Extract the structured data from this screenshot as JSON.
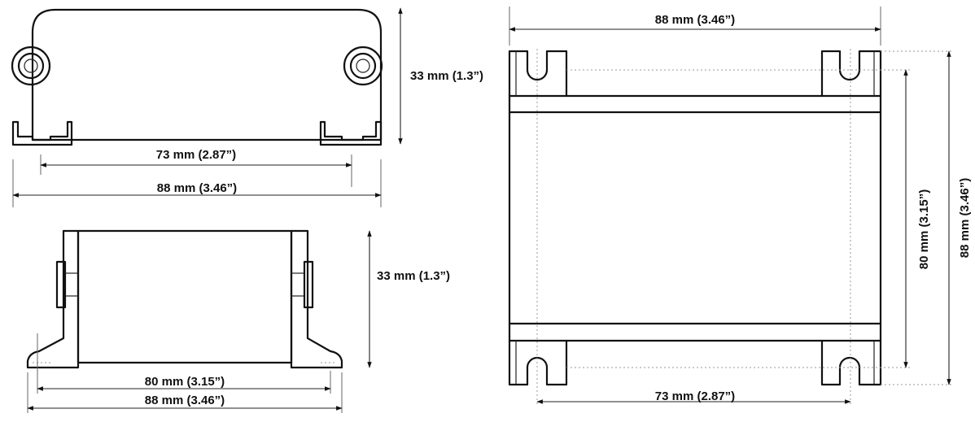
{
  "views": {
    "front": {
      "width_inner_label": "73 mm (2.87”)",
      "width_outer_label": "88 mm (3.46”)",
      "height_label": "33 mm (1.3”)"
    },
    "side": {
      "height_label": "33 mm (1.3”)",
      "width_inner_label": "80 mm (3.15”)",
      "width_outer_label": "88 mm (3.46”)"
    },
    "top": {
      "width_top_label": "88 mm (3.46”)",
      "width_bottom_label": "73 mm (2.87”)",
      "height_inner_label": "80 mm (3.15”)",
      "height_outer_label": "88 mm (3.46”)"
    }
  }
}
